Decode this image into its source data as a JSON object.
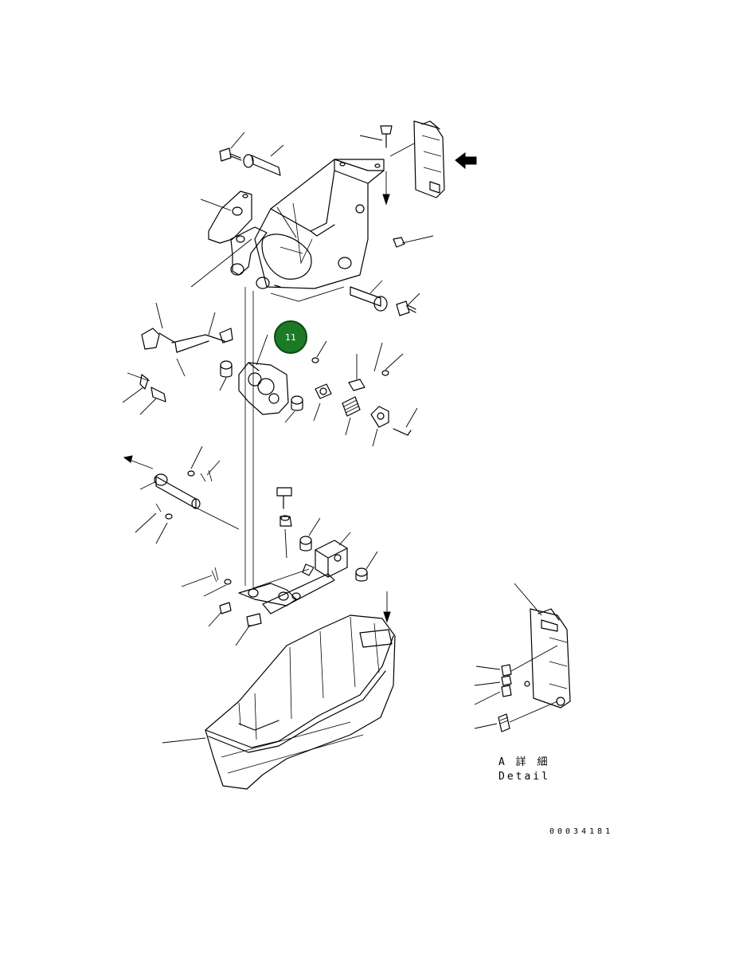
{
  "callout": {
    "label": "11"
  },
  "detail": {
    "line1": "A 詳 細",
    "line2": "Detail"
  },
  "drawing_number": "00034181",
  "colors": {
    "callout_fill": "#1c7a25",
    "line": "#000000"
  }
}
